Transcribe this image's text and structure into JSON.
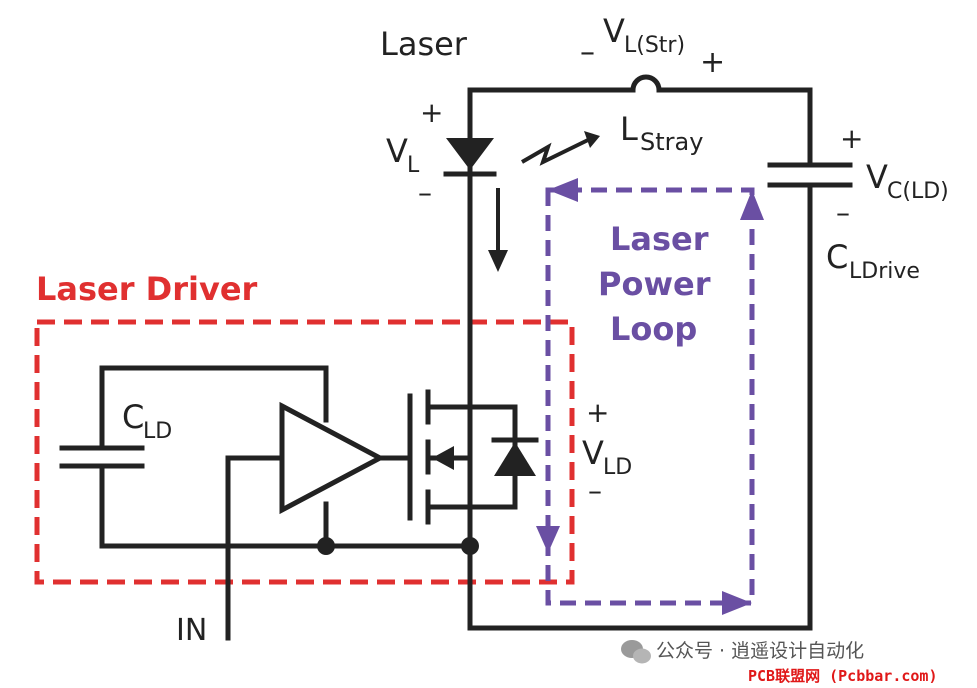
{
  "diagram": {
    "laser_label": "Laser",
    "vl_str": {
      "main": "V",
      "sub": "L(Str)",
      "minus": "–",
      "plus": "+"
    },
    "vl": {
      "main": "V",
      "sub": "L",
      "plus": "+",
      "minus": "–"
    },
    "lstray": {
      "main": "L",
      "sub": "Stray"
    },
    "vcld": {
      "main": "V",
      "sub": "C(LD)",
      "plus": "+",
      "minus": "–"
    },
    "cldrive": {
      "main": "C",
      "sub": "LDrive"
    },
    "laser_driver_title": "Laser Driver",
    "loop_title": [
      "Laser",
      "Power",
      "Loop"
    ],
    "cld": {
      "main": "C",
      "sub": "LD"
    },
    "vld": {
      "main": "V",
      "sub": "LD",
      "plus": "+",
      "minus": "–"
    },
    "in_label": "IN",
    "colors": {
      "driver_box": "#e03030",
      "loop": "#6a4fa3",
      "wire": "#222222"
    }
  },
  "watermark": {
    "line1": "公众号 · 逍遥设计自动化",
    "line2": "PCB联盟网 (Pcbbar.com)"
  }
}
